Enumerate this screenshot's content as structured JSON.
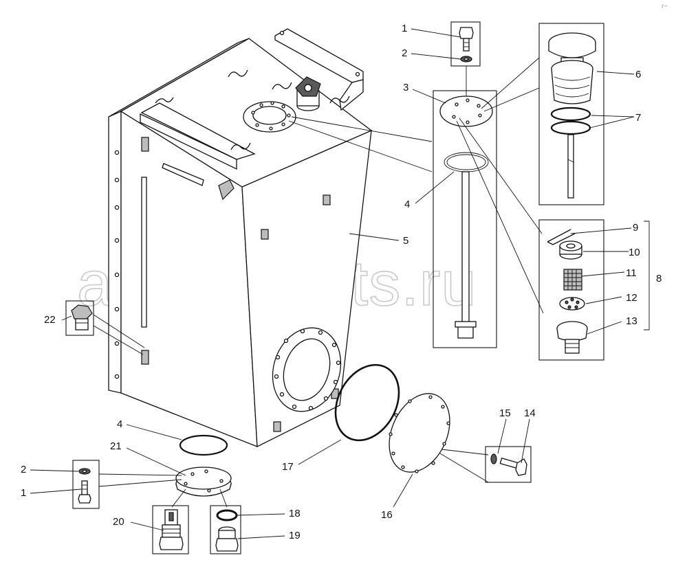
{
  "diagram": {
    "watermark": "ansat-parts.ru",
    "corner_mark": "r~",
    "callouts": [
      {
        "id": "c1a",
        "text": "1"
      },
      {
        "id": "c2a",
        "text": "2"
      },
      {
        "id": "c3",
        "text": "3"
      },
      {
        "id": "c4a",
        "text": "4"
      },
      {
        "id": "c5",
        "text": "5"
      },
      {
        "id": "c6",
        "text": "6"
      },
      {
        "id": "c7",
        "text": "7"
      },
      {
        "id": "c8",
        "text": "8"
      },
      {
        "id": "c9",
        "text": "9"
      },
      {
        "id": "c10",
        "text": "10"
      },
      {
        "id": "c11",
        "text": "11"
      },
      {
        "id": "c12",
        "text": "12"
      },
      {
        "id": "c13",
        "text": "13"
      },
      {
        "id": "c14",
        "text": "14"
      },
      {
        "id": "c15",
        "text": "15"
      },
      {
        "id": "c16",
        "text": "16"
      },
      {
        "id": "c17",
        "text": "17"
      },
      {
        "id": "c18",
        "text": "18"
      },
      {
        "id": "c19",
        "text": "19"
      },
      {
        "id": "c20",
        "text": "20"
      },
      {
        "id": "c21",
        "text": "21"
      },
      {
        "id": "c22",
        "text": "22"
      },
      {
        "id": "c4b",
        "text": "4"
      },
      {
        "id": "c2b",
        "text": "2"
      },
      {
        "id": "c1b",
        "text": "1"
      }
    ]
  }
}
